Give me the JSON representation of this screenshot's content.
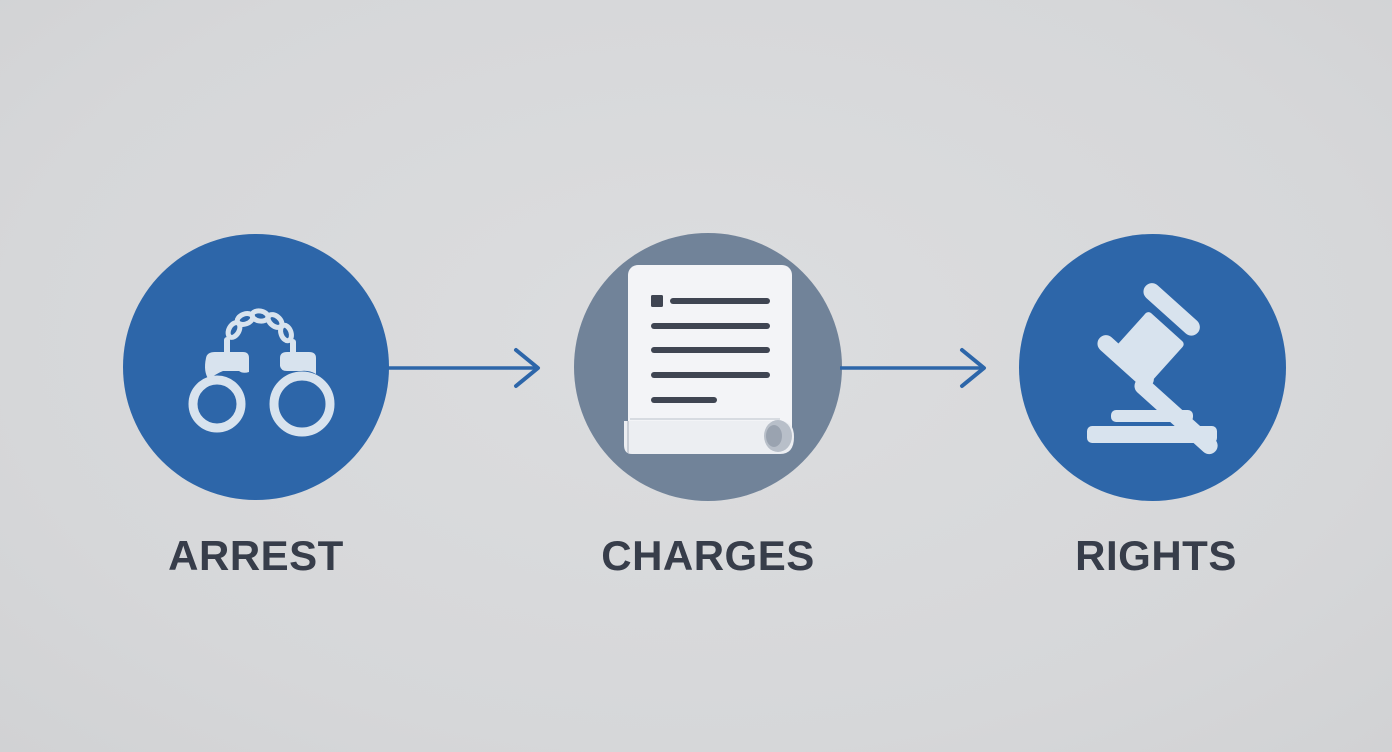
{
  "steps": [
    {
      "label": "ARREST",
      "icon": "handcuffs-icon",
      "circle_color": "#2d66a9"
    },
    {
      "label": "CHARGES",
      "icon": "document-scroll-icon",
      "circle_color": "#718399"
    },
    {
      "label": "RIGHTS",
      "icon": "gavel-icon",
      "circle_color": "#2d66a9"
    }
  ],
  "colors": {
    "background": "#d8d9db",
    "accent": "#2d66a9",
    "neutral_circle": "#718399",
    "icon_fill": "#d8e3ee",
    "label_text": "#373d4a",
    "arrow": "#2d66a9"
  }
}
